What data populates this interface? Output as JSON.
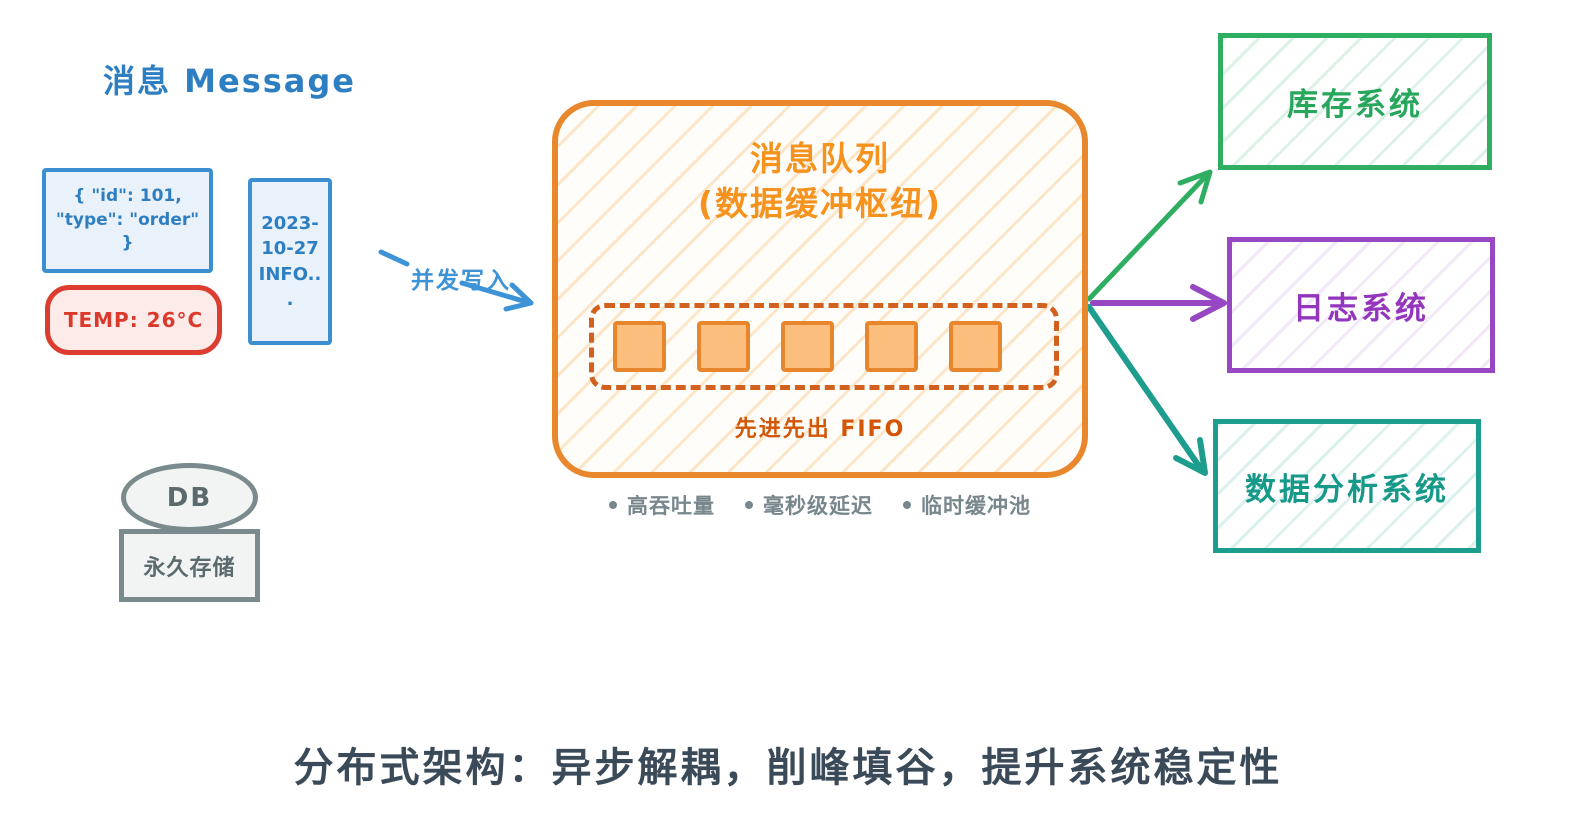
{
  "page": {
    "title": "消息 Message",
    "footer": "分布式架构：异步解耦，削峰填谷，提升系统稳定性"
  },
  "messages": {
    "json_box": {
      "line1": "{ \"id\": 101,",
      "line2": "\"type\": \"order\"",
      "line3": "}"
    },
    "temp_box": {
      "label": "TEMP: 26°C"
    },
    "log_box": {
      "line1": "2023-",
      "line2": "10-27",
      "line3": "INFO..",
      "line4": "."
    }
  },
  "producer_arrow": {
    "label": "并发写入"
  },
  "queue": {
    "title_line1": "消息队列",
    "title_line2": "(数据缓冲枢纽)",
    "fifo_label": "先进先出 FIFO",
    "slot_count": 5,
    "features": [
      "高吞吐量",
      "毫秒级延迟",
      "临时缓冲池"
    ]
  },
  "database": {
    "label": "DB",
    "caption": "永久存储"
  },
  "consumers": {
    "inventory": {
      "label": "库存系统"
    },
    "log": {
      "label": "日志系统"
    },
    "analytics": {
      "label": "数据分析系统"
    }
  },
  "colors": {
    "blue": "#2e7fc1",
    "blue_arrow": "#3e93d6",
    "red": "#dc3d30",
    "orange_border": "#e8872b",
    "orange_title": "#f6921e",
    "orange_dashed": "#d2611f",
    "orange_slot_fill": "#fbbe7c",
    "fifo_text": "#d35608",
    "gray_text": "#78878c",
    "db_gray": "#7b8b8d",
    "green": "#2fae62",
    "purple": "#9747c2",
    "teal": "#1d9d8d",
    "footer_dark": "#3b4a58"
  }
}
